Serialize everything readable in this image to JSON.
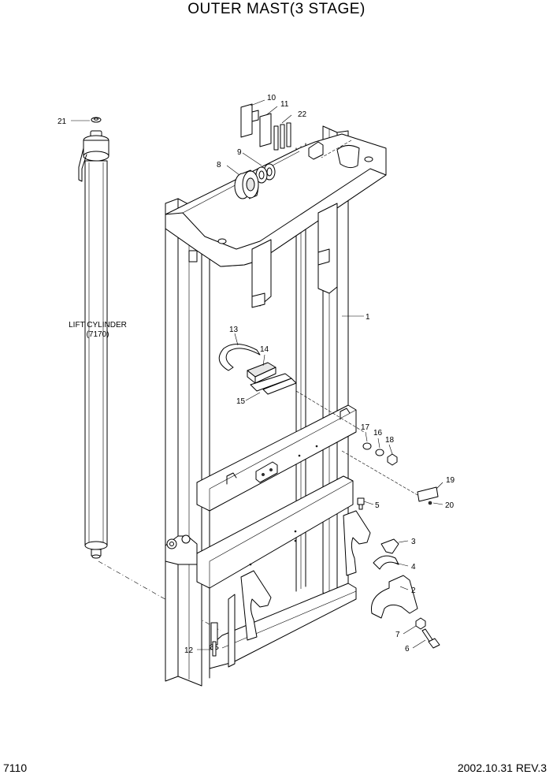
{
  "title": "OUTER MAST(3 STAGE)",
  "page_number": "7110",
  "revision": "2002.10.31 REV.3",
  "cylinder_label": {
    "line1": "LIFT CYLINDER",
    "line2": "(7170)"
  },
  "part_callouts": [
    {
      "id": "c1",
      "label": "1"
    },
    {
      "id": "c2",
      "label": "2"
    },
    {
      "id": "c3",
      "label": "3"
    },
    {
      "id": "c4",
      "label": "4"
    },
    {
      "id": "c5",
      "label": "5"
    },
    {
      "id": "c6",
      "label": "6"
    },
    {
      "id": "c7",
      "label": "7"
    },
    {
      "id": "c8",
      "label": "8"
    },
    {
      "id": "c9",
      "label": "9"
    },
    {
      "id": "c10",
      "label": "10"
    },
    {
      "id": "c11",
      "label": "11"
    },
    {
      "id": "c12",
      "label": "12"
    },
    {
      "id": "c13",
      "label": "13"
    },
    {
      "id": "c14",
      "label": "14"
    },
    {
      "id": "c15",
      "label": "15"
    },
    {
      "id": "c16",
      "label": "16"
    },
    {
      "id": "c17",
      "label": "17"
    },
    {
      "id": "c18",
      "label": "18"
    },
    {
      "id": "c19",
      "label": "19"
    },
    {
      "id": "c20",
      "label": "20"
    },
    {
      "id": "c21",
      "label": "21"
    },
    {
      "id": "c22",
      "label": "22"
    }
  ]
}
